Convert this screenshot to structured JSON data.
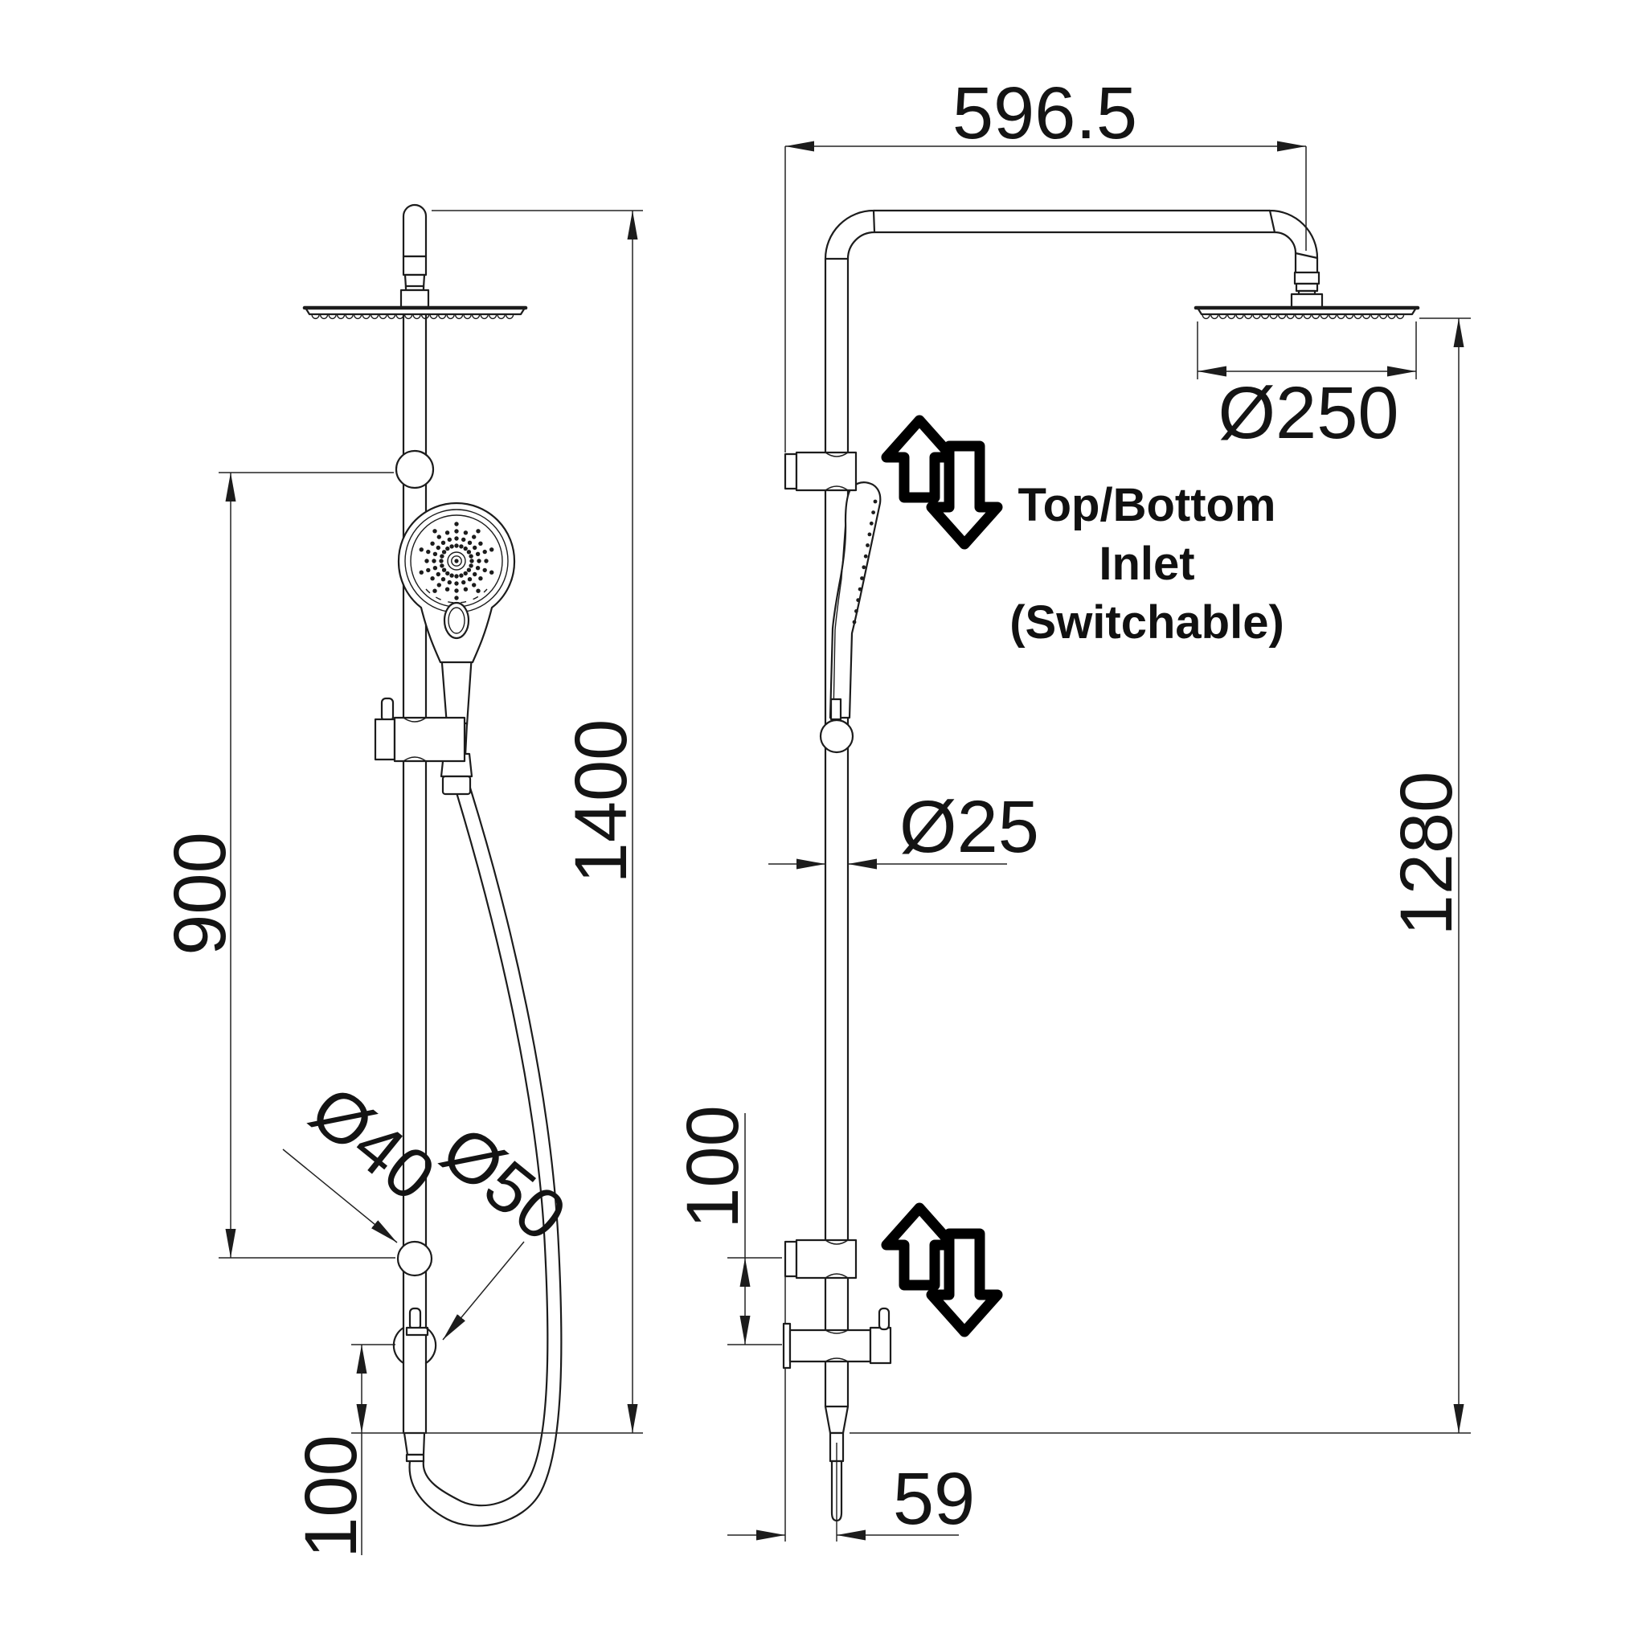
{
  "drawing": {
    "title": "shower column two-view dimensional drawing",
    "views": [
      "front",
      "side"
    ],
    "units": "mm",
    "colors": {
      "line": "#1c1c1c",
      "text": "#141414",
      "background": "#ffffff"
    }
  },
  "dims": {
    "front_total_height": "1400",
    "front_slide_rail": "900",
    "front_inlet_offset": "100",
    "front_knob_diameter": "Ø40",
    "front_inlet_diameter": "Ø50",
    "side_arm_reach": "596.5",
    "side_head_diameter": "Ø250",
    "side_pipe_diameter": "Ø25",
    "side_height": "1280",
    "side_bracket_spacing": "100",
    "side_wall_offset": "59"
  },
  "annotation": {
    "line1": "Top/Bottom",
    "line2": "Inlet",
    "line3": "(Switchable)"
  },
  "icons": {
    "up_down_arrows": "switchable top/bottom inlet direction"
  }
}
